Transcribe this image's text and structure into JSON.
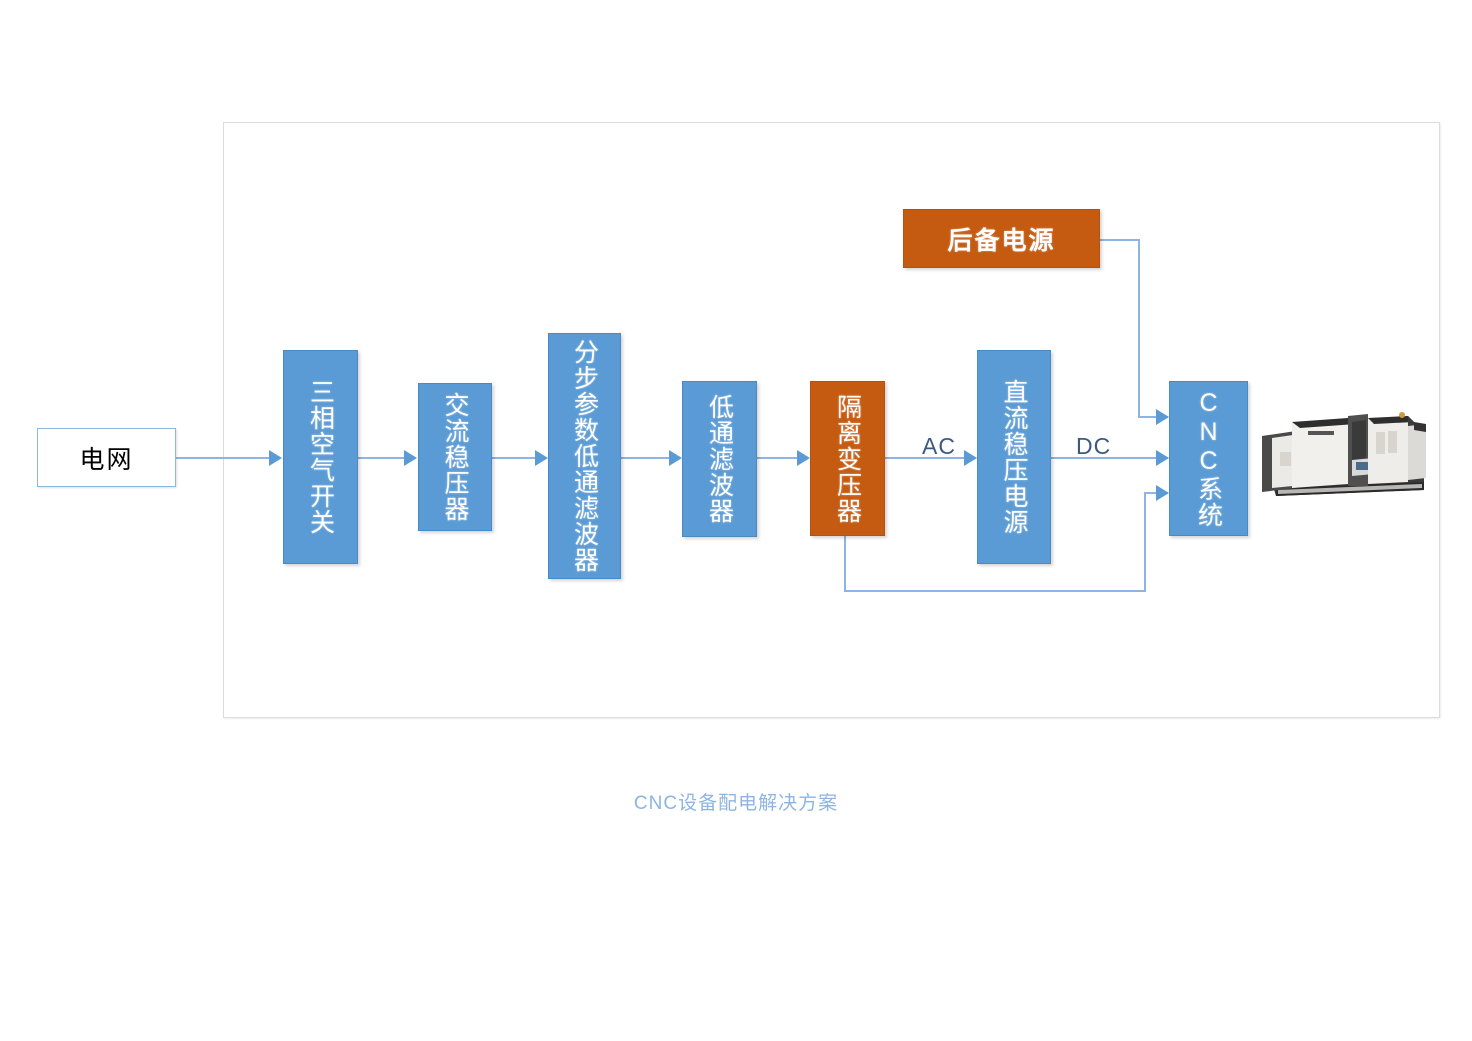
{
  "diagram": {
    "caption": "CNC设备配电解决方案",
    "colors": {
      "node_blue": "#5b9bd5",
      "node_orange": "#c55a11",
      "connector": "#8eb4e3",
      "caption_text": "#8eb4e3",
      "frame_border": "#dcdcdc"
    },
    "nodes": [
      {
        "id": "grid",
        "label": "电网",
        "style": "plain",
        "orientation": "horizontal"
      },
      {
        "id": "breaker",
        "label": "三相空气开关",
        "style": "blue",
        "orientation": "vertical"
      },
      {
        "id": "ac-regulator",
        "label": "交流稳压器",
        "style": "blue",
        "orientation": "vertical"
      },
      {
        "id": "step-filter",
        "label": "分步参数低通滤波器",
        "style": "blue",
        "orientation": "vertical"
      },
      {
        "id": "low-pass-filter",
        "label": "低通滤波器",
        "style": "blue",
        "orientation": "vertical"
      },
      {
        "id": "iso-transformer",
        "label": "隔离变压器",
        "style": "orange",
        "orientation": "vertical"
      },
      {
        "id": "dc-supply",
        "label": "直流稳压电源",
        "style": "blue",
        "orientation": "vertical"
      },
      {
        "id": "cnc-system",
        "label": "CNC系统",
        "style": "blue",
        "orientation": "vertical"
      },
      {
        "id": "backup-power",
        "label": "后备电源",
        "style": "orange",
        "orientation": "horizontal"
      }
    ],
    "edge_labels": [
      {
        "id": "ac",
        "text": "AC"
      },
      {
        "id": "dc",
        "text": "DC"
      }
    ],
    "machine_photo": {
      "alt": "CNC machine tool"
    }
  }
}
